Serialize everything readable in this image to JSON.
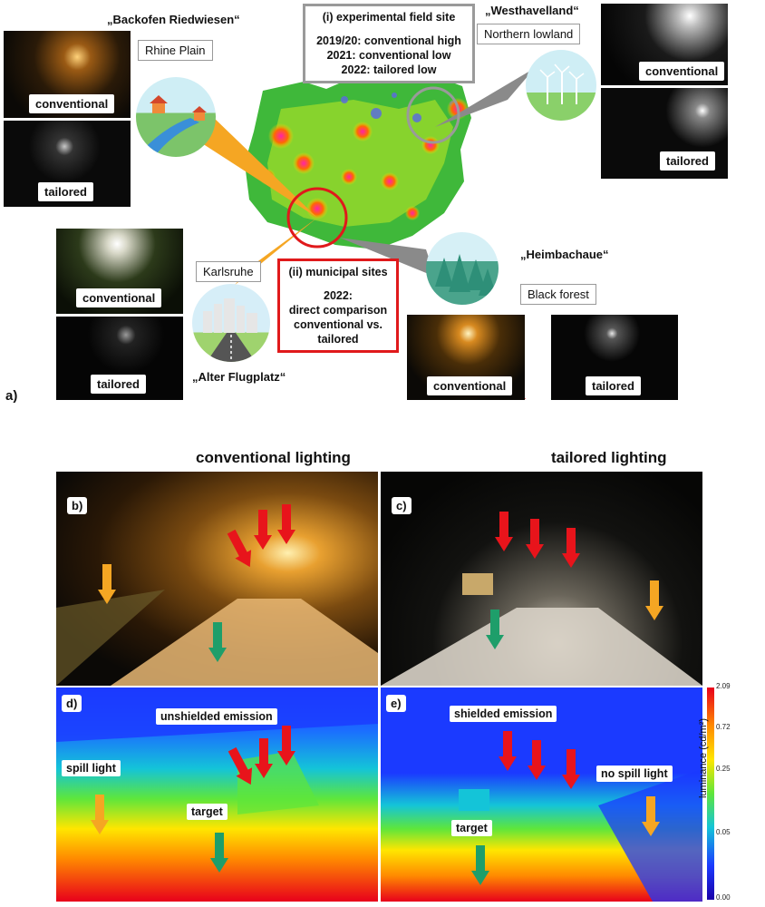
{
  "panel_a": {
    "label": "a)",
    "sites": {
      "backofen": {
        "name": "„Backofen Riedwiesen“",
        "region": "Rhine Plain"
      },
      "westhavelland": {
        "name": "„Westhavelland“",
        "region": "Northern lowland"
      },
      "heimbachaue": {
        "name": "„Heimbachaue“",
        "region": "Black forest"
      },
      "alter_flugplatz": {
        "name": "„Alter Flugplatz“",
        "region": "Karlsruhe"
      }
    },
    "experimental_box": {
      "title": "(i)    experimental field site",
      "lines": [
        "2019/20: conventional high",
        "2021: conventional low",
        "2022: tailored low"
      ]
    },
    "municipal_box": {
      "title": "(ii) municipal sites",
      "lines": [
        "2022:",
        "direct comparison",
        "conventional vs.",
        "tailored"
      ]
    },
    "photo_labels": {
      "conventional": "conventional",
      "tailored": "tailored"
    }
  },
  "panels": {
    "b": {
      "label": "b)",
      "heading": "conventional lighting"
    },
    "c": {
      "label": "c)",
      "heading": "tailored lighting"
    },
    "d": {
      "label": "d)",
      "emission": "unshielded emission",
      "spill": "spill light",
      "target": "target"
    },
    "e": {
      "label": "e)",
      "emission": "shielded emission",
      "spill": "no spill light",
      "target": "target"
    }
  },
  "colorbar": {
    "title": "luminance (cd/m²)",
    "ticks": [
      "2.09",
      "0.72",
      "0.25",
      "0.05",
      "0.00"
    ],
    "colors": [
      "#e8001b",
      "#ff8a00",
      "#ffe600",
      "#5ee63b",
      "#14c4d8",
      "#1b3aff",
      "#1a00a8"
    ]
  },
  "colors": {
    "red_arrow": "#e8141b",
    "orange_arrow": "#f5a623",
    "green_arrow": "#1e9e6a",
    "red_box": "#e0191b",
    "grey_box": "#9a9a9a"
  }
}
